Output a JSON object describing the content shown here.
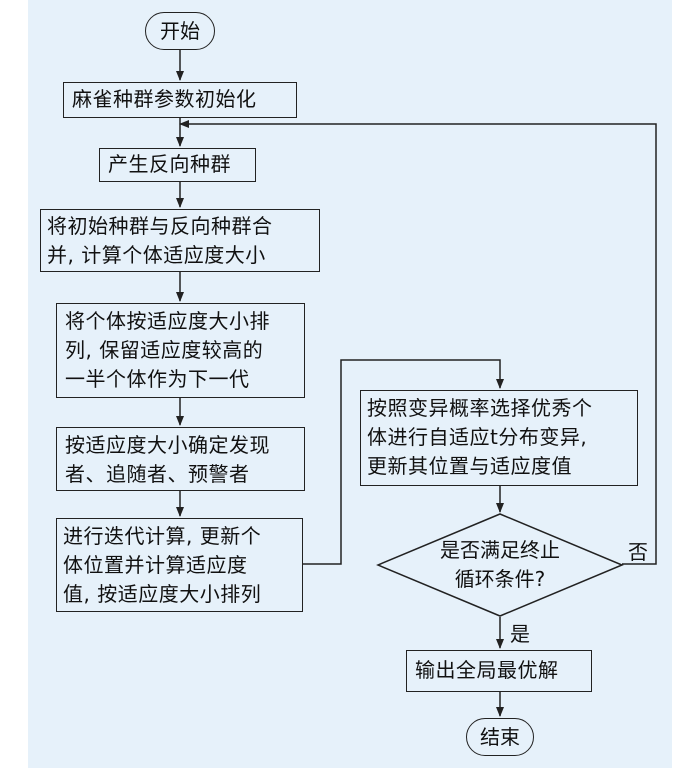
{
  "nodes": {
    "start": "开始",
    "init": "麻雀种群参数初始化",
    "opposite": "产生反向种群",
    "merge": [
      "将初始种群与反向种群合",
      "并, 计算个体适应度大小"
    ],
    "sort": [
      "将个体按适应度大小排",
      "列, 保留适应度较高的",
      "一半个体作为下一代"
    ],
    "roles": [
      "按适应度大小确定发现",
      "者、追随者、预警者"
    ],
    "iterate": [
      "进行迭代计算, 更新个",
      "体位置并计算适应度",
      "值, 按适应度大小排列"
    ],
    "mutate": [
      "按照变异概率选择优秀个",
      "体进行自适应t分布变异,",
      "更新其位置与适应度值"
    ],
    "decision": [
      "是否满足终止",
      "循环条件?"
    ],
    "output": "输出全局最优解",
    "end": "结束"
  },
  "edge_labels": {
    "yes": "是",
    "no": "否"
  }
}
